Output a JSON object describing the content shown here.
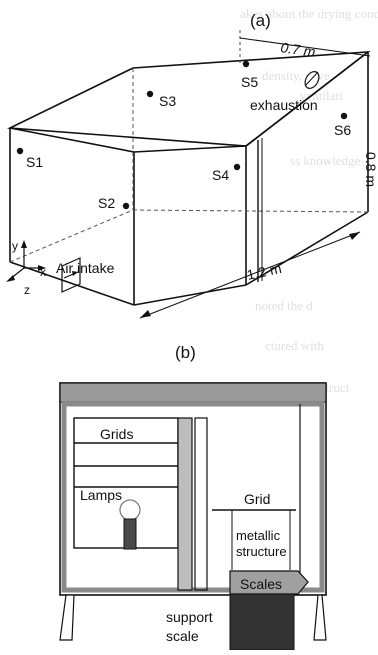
{
  "panel_a": {
    "label": "(a)",
    "dimensions": {
      "width": "0.7 m",
      "length": "1.2 m",
      "height": "0.8 m"
    },
    "sensors": [
      "S1",
      "S2",
      "S3",
      "S4",
      "S5",
      "S6"
    ],
    "exhaustion_label": "exhaustion",
    "air_intake_label": "Air intake",
    "axes": {
      "x": "x",
      "y": "y",
      "z": "z"
    }
  },
  "panel_b": {
    "label": "(b)",
    "labels": {
      "grids": "Grids",
      "lamps": "Lamps",
      "grid": "Grid",
      "metallic_line1": "metallic",
      "metallic_line2": "structure",
      "scales": "Scales",
      "support_line1": "support",
      "support_line2": "scale"
    }
  },
  "colors": {
    "ink": "#111111",
    "frame_gray": "#8a8a8a",
    "top_bar": "#9a9a9a",
    "scales_fill": "#a0a0a0",
    "support_fill": "#333333",
    "lamp_base": "#4a4a4a"
  }
}
